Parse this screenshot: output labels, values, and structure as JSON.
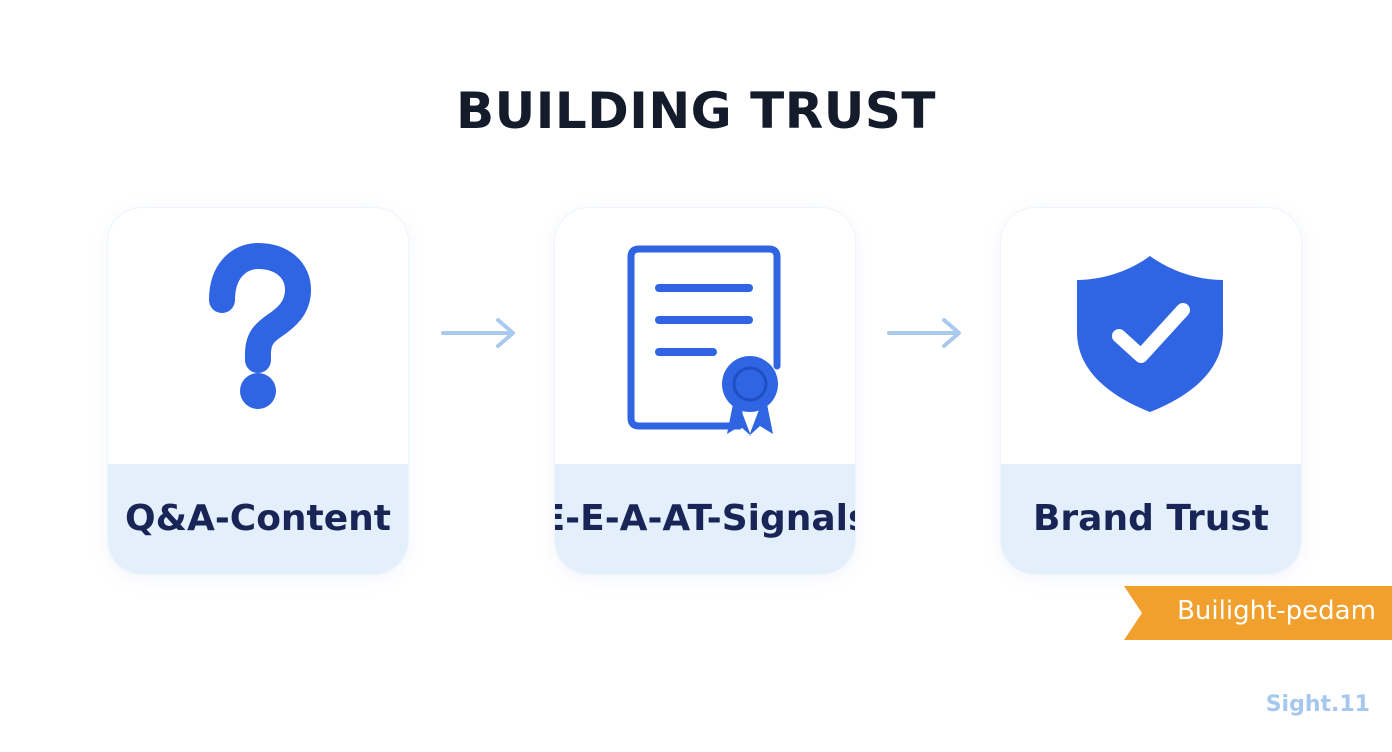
{
  "title": "BUILDING TRUST",
  "steps": [
    {
      "label": "Q&A-Content",
      "icon": "question-mark-icon"
    },
    {
      "label": "E-E-A-AT-Signals",
      "icon": "certificate-document-icon"
    },
    {
      "label": "Brand Trust",
      "icon": "shield-check-icon"
    }
  ],
  "connectors": [
    "arrow-right-icon",
    "arrow-right-icon"
  ],
  "tag": {
    "text": "Builight-pedam"
  },
  "watermark": "Sight.11",
  "colors": {
    "title": "#141b2b",
    "icon_blue": "#2f64e3",
    "label_text": "#1a2557",
    "label_band": "#e4effc",
    "arrow": "#a9c9ee",
    "tag": "#f2a02d",
    "watermark": "#a7c8ee"
  }
}
